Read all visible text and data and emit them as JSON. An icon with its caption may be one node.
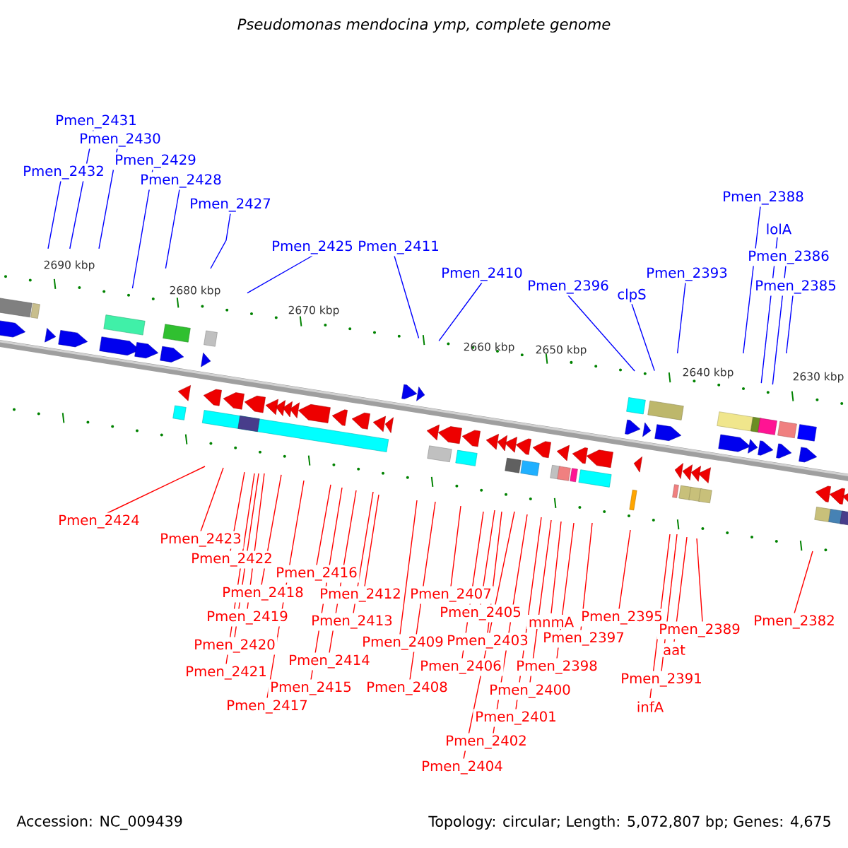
{
  "diagram": {
    "title": "Pseudomonas mendocina ymp, complete genome",
    "nodes": [
      {
        "text": [
          "Pmen_2432"
        ]
      },
      {
        "text": [
          "Pmen_2431"
        ]
      },
      {
        "text": [
          "Pmen_2430"
        ]
      },
      {
        "text": [
          "Pmen_2429"
        ]
      },
      {
        "text": [
          "Pmen_2428"
        ]
      },
      {
        "text": [
          "Pmen_2427"
        ]
      },
      {
        "text": [
          "Pmen_2425"
        ]
      },
      {
        "text": [
          "Pmen_2411"
        ]
      },
      {
        "text": [
          "Pmen_2410"
        ]
      },
      {
        "text": [
          "Pmen_2396"
        ]
      },
      {
        "text": [
          "clpS"
        ]
      },
      {
        "text": [
          "Pmen_2393"
        ]
      },
      {
        "text": [
          "Pmen_2388"
        ]
      },
      {
        "text": [
          "lolA"
        ]
      },
      {
        "text": [
          "Pmen_2386"
        ]
      },
      {
        "text": [
          "Pmen_2385"
        ]
      },
      {
        "text": [
          "Pmen_2424"
        ]
      },
      {
        "text": [
          "Pmen_2423"
        ]
      },
      {
        "text": [
          "Pmen_2422"
        ]
      },
      {
        "text": [
          "Pmen_2418"
        ]
      },
      {
        "text": [
          "Pmen_2419"
        ]
      },
      {
        "text": [
          "Pmen_2420"
        ]
      },
      {
        "text": [
          "Pmen_2421"
        ]
      },
      {
        "text": [
          "Pmen_2417"
        ]
      },
      {
        "text": [
          "Pmen_2416"
        ]
      },
      {
        "text": [
          "Pmen_2415"
        ]
      },
      {
        "text": [
          "Pmen_2414"
        ]
      },
      {
        "text": [
          "Pmen_2413"
        ]
      },
      {
        "text": [
          "Pmen_2412"
        ]
      },
      {
        "text": [
          "Pmen_2409"
        ]
      },
      {
        "text": [
          "Pmen_2408"
        ]
      },
      {
        "text": [
          "Pmen_2407"
        ]
      },
      {
        "text": [
          "Pmen_2405"
        ]
      },
      {
        "text": [
          "Pmen_2406"
        ]
      },
      {
        "text": [
          "Pmen_2403"
        ]
      },
      {
        "text": [
          "Pmen_2404"
        ]
      },
      {
        "text": [
          "Pmen_2402"
        ]
      },
      {
        "text": [
          "Pmen_2401"
        ]
      },
      {
        "text": [
          "Pmen_2400"
        ]
      },
      {
        "text": [
          "mnmA"
        ]
      },
      {
        "text": [
          "Pmen_2398"
        ]
      },
      {
        "text": [
          "Pmen_2397"
        ]
      },
      {
        "text": [
          "Pmen_2395"
        ]
      },
      {
        "text": [
          "Pmen_2389"
        ]
      },
      {
        "text": [
          "aat"
        ]
      },
      {
        "text": [
          "Pmen_2391"
        ]
      },
      {
        "text": [
          "infA"
        ]
      },
      {
        "text": [
          "Pmen_2382"
        ]
      }
    ],
    "edges": [
      {
        "from": 0,
        "to": null,
        "arrow": "none",
        "color": "#0000ff"
      },
      {
        "from": 1,
        "to": null,
        "arrow": "none",
        "color": "#0000ff"
      },
      {
        "from": 2,
        "to": null,
        "arrow": "none",
        "color": "#0000ff"
      },
      {
        "from": 3,
        "to": null,
        "arrow": "none",
        "color": "#0000ff"
      },
      {
        "from": 4,
        "to": null,
        "arrow": "none",
        "color": "#0000ff"
      },
      {
        "from": 5,
        "to": null,
        "arrow": "none",
        "color": "#0000ff"
      },
      {
        "from": 6,
        "to": null,
        "arrow": "none",
        "color": "#0000ff"
      },
      {
        "from": 7,
        "to": null,
        "arrow": "none",
        "color": "#0000ff"
      },
      {
        "from": 8,
        "to": null,
        "arrow": "none",
        "color": "#0000ff"
      },
      {
        "from": 9,
        "to": null,
        "arrow": "none",
        "color": "#0000ff"
      },
      {
        "from": 10,
        "to": null,
        "arrow": "none",
        "color": "#0000ff"
      },
      {
        "from": 11,
        "to": null,
        "arrow": "none",
        "color": "#0000ff"
      },
      {
        "from": 12,
        "to": null,
        "arrow": "none",
        "color": "#0000ff"
      },
      {
        "from": 13,
        "to": null,
        "arrow": "none",
        "color": "#0000ff"
      },
      {
        "from": 14,
        "to": null,
        "arrow": "none",
        "color": "#0000ff"
      },
      {
        "from": 15,
        "to": null,
        "arrow": "none",
        "color": "#0000ff"
      },
      {
        "from": 16,
        "to": null,
        "arrow": "none"
      },
      {
        "from": 17,
        "to": null,
        "arrow": "none"
      },
      {
        "from": 18,
        "to": null,
        "arrow": "none"
      },
      {
        "from": 19,
        "to": null,
        "arrow": "none"
      },
      {
        "from": 20,
        "to": null,
        "arrow": "none"
      },
      {
        "from": 21,
        "to": null,
        "arrow": "none"
      },
      {
        "from": 22,
        "to": null,
        "arrow": "none"
      },
      {
        "from": 23,
        "to": null,
        "arrow": "none"
      },
      {
        "from": 24,
        "to": null,
        "arrow": "none"
      },
      {
        "from": 25,
        "to": null,
        "arrow": "none"
      },
      {
        "from": 26,
        "to": null,
        "arrow": "none"
      },
      {
        "from": 27,
        "to": null,
        "arrow": "none"
      },
      {
        "from": 28,
        "to": null,
        "arrow": "none"
      },
      {
        "from": 29,
        "to": null,
        "arrow": "none"
      },
      {
        "from": 30,
        "to": null,
        "arrow": "none"
      },
      {
        "from": 31,
        "to": null,
        "arrow": "none"
      },
      {
        "from": 32,
        "to": null,
        "arrow": "none"
      },
      {
        "from": 33,
        "to": null,
        "arrow": "none"
      },
      {
        "from": 34,
        "to": null,
        "arrow": "none"
      },
      {
        "from": 35,
        "to": null,
        "arrow": "none"
      },
      {
        "from": 36,
        "to": null,
        "arrow": "none"
      },
      {
        "from": 37,
        "to": null,
        "arrow": "none"
      },
      {
        "from": 38,
        "to": null,
        "arrow": "none"
      },
      {
        "from": 39,
        "to": null,
        "arrow": "none"
      },
      {
        "from": 40,
        "to": null,
        "arrow": "none"
      },
      {
        "from": 41,
        "to": null,
        "arrow": "none"
      },
      {
        "from": 42,
        "to": null,
        "arrow": "none"
      },
      {
        "from": 43,
        "to": null,
        "arrow": "none"
      },
      {
        "from": 44,
        "to": null,
        "arrow": "none"
      },
      {
        "from": 45,
        "to": null,
        "arrow": "none"
      },
      {
        "from": 46,
        "to": null,
        "arrow": "none"
      },
      {
        "from": 47,
        "to": null,
        "arrow": "none"
      }
    ],
    "labels": [
      "2690 kbp",
      "2680 kbp",
      "2670 kbp",
      "2660 kbp",
      "2650 kbp",
      "2640 kbp",
      "2630 kbp",
      "Accession: NC_009439",
      "Topology: circular; Length: 5,072,807 bp; Genes: 4,675"
    ]
  }
}
